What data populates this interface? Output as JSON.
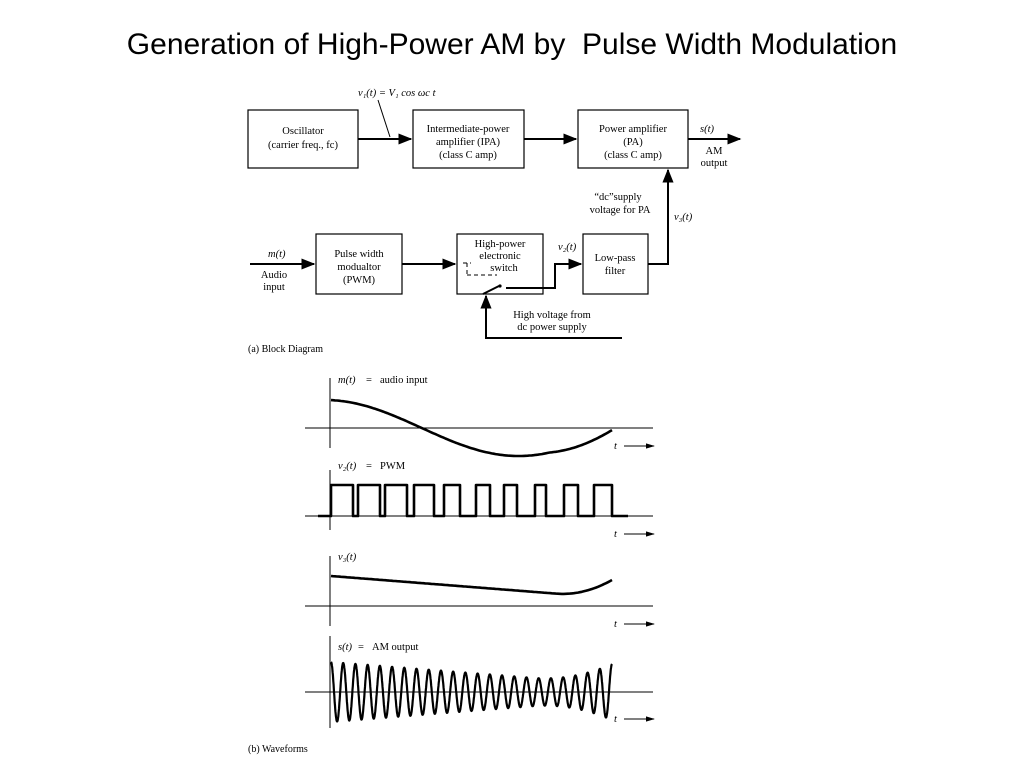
{
  "title": "Generation of High-Power AM by  Pulse Width Modulation",
  "block_diagram": {
    "caption": "(a) Block Diagram",
    "carrier_signal": "v₁(t) = V₁ cos ωc t",
    "oscillator": [
      "Oscillator",
      "(carrier freq., fc)"
    ],
    "ipa": [
      "Intermediate-power",
      "amplifier (IPA)",
      "(class C amp)"
    ],
    "pa": [
      "Power amplifier",
      "(PA)",
      "(class C amp)"
    ],
    "output_signal": "s(t)",
    "output_label": [
      "AM",
      "output"
    ],
    "supply_note": [
      "“dc”supply",
      "voltage for PA"
    ],
    "v3_label": "v₃(t)",
    "input_signal": "m(t)",
    "input_label": [
      "Audio",
      "input"
    ],
    "pwm": [
      "Pulse width",
      "modualtor",
      "(PWM)"
    ],
    "switch": [
      "High-power",
      "electronic",
      "switch"
    ],
    "v2_label": "v₂(t)",
    "lpf": [
      "Low-pass",
      "filter"
    ],
    "hv_note": [
      "High voltage from",
      "dc power supply"
    ]
  },
  "waveforms": {
    "caption": "(b) Waveforms",
    "time_label": "t",
    "panels": [
      {
        "symbol": "m(t)",
        "eq": "=",
        "desc": "audio input"
      },
      {
        "symbol": "v₂(t)",
        "eq": "=",
        "desc": "PWM"
      },
      {
        "symbol": "v₃(t)",
        "eq": "",
        "desc": ""
      },
      {
        "symbol": "s(t)",
        "eq": "=",
        "desc": "AM output"
      }
    ]
  }
}
